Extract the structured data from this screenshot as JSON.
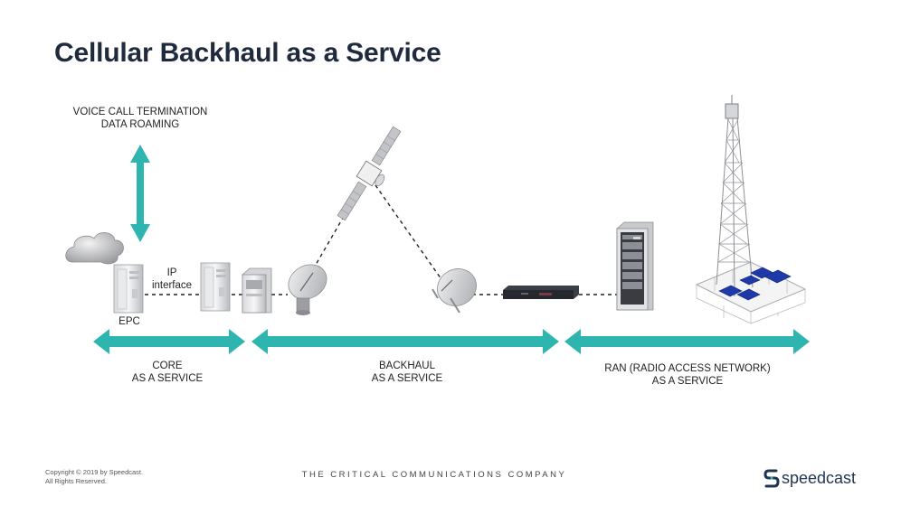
{
  "slide": {
    "title": "Cellular Backhaul as a Service",
    "top_label_line1": "VOICE CALL TERMINATION",
    "top_label_line2": "DATA ROAMING",
    "ip_line1": "IP",
    "ip_line2": "interface",
    "epc_label": "EPC",
    "segments": [
      {
        "line1": "CORE",
        "line2": "AS A SERVICE"
      },
      {
        "line1": "BACKHAUL",
        "line2": "AS A SERVICE"
      },
      {
        "line1": "RAN (RADIO ACCESS NETWORK)",
        "line2": "AS A SERVICE"
      }
    ]
  },
  "footer": {
    "copyright_line1": "Copyright © 2019 by Speedcast.",
    "copyright_line2": "All Rights Reserved.",
    "tagline": "THE CRITICAL COMMUNICATIONS COMPANY",
    "brand": "speedcast"
  },
  "colors": {
    "accent": "#2eb5b0",
    "title": "#1f2a3c",
    "brand": "#1f3550"
  },
  "icons": [
    "cloud-icon",
    "epc-server-icon",
    "server-icon",
    "satellite-modem-icon",
    "satellite-dish-icon",
    "satellite-icon",
    "router-icon",
    "radio-cabinet-icon",
    "cell-tower-icon"
  ]
}
